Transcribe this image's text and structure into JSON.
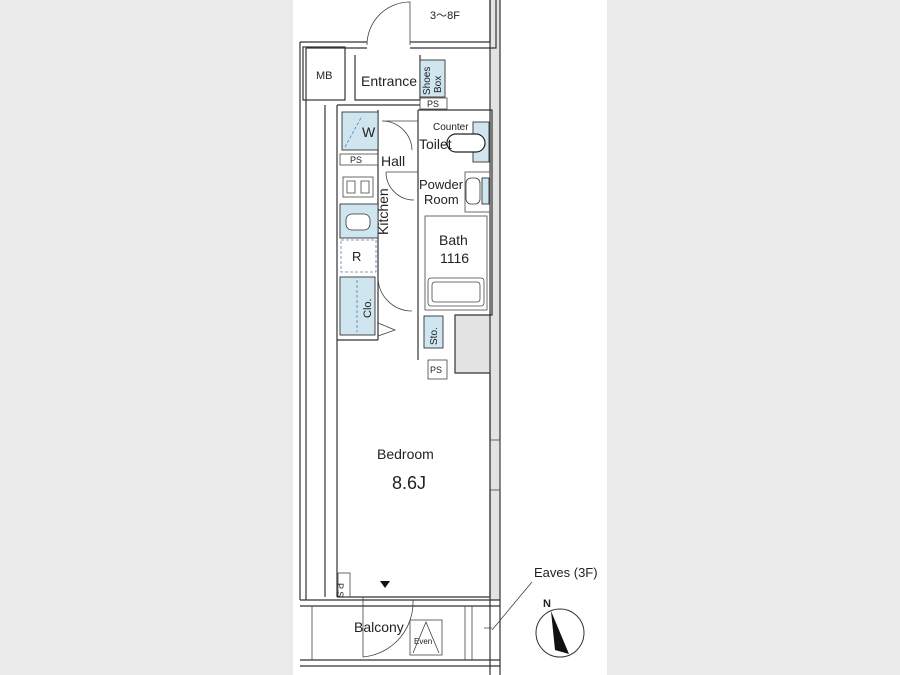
{
  "floor_range": "3〜8F",
  "rooms": {
    "mb": "MB",
    "entrance": "Entrance",
    "shoes_box_1": "Shoes",
    "shoes_box_2": "Box",
    "ps": "PS",
    "w": "W",
    "counter": "Counter",
    "toilet": "Toilet",
    "hall": "Hall",
    "powder_room_1": "Powder",
    "powder_room_2": "Room",
    "kitchen": "Kitchen",
    "bath": "Bath",
    "bath_size": "1116",
    "r": "R",
    "closet": "Clo.",
    "storage": "Sto.",
    "bedroom": "Bedroom",
    "bedroom_size": "8.6J",
    "ps_vertical": "P S",
    "balcony": "Balcony",
    "even": "Even",
    "eaves": "Eaves (3F)"
  },
  "compass": {
    "label": "N"
  },
  "colors": {
    "fixture_blue": "#cfe6f1",
    "shade": "#e3e3e3",
    "background": "#ebebeb"
  }
}
